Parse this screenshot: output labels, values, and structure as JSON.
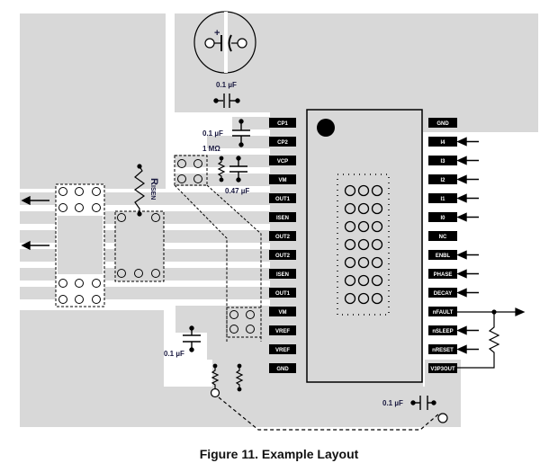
{
  "figure": {
    "caption": "Figure 11.  Example Layout"
  },
  "ic": {
    "left_pins": [
      "CP1",
      "CP2",
      "VCP",
      "VM",
      "OUT1",
      "ISEN",
      "OUT2",
      "OUT2",
      "ISEN",
      "OUT1",
      "VM",
      "VREF",
      "VREF",
      "GND"
    ],
    "right_pins": [
      "GND",
      "I4",
      "I3",
      "I2",
      "I1",
      "I0",
      "NC",
      "ENBL",
      "PHASE",
      "DECAY",
      "nFAULT",
      "nSLEEP",
      "nRESET",
      "V3P3OUT"
    ],
    "right_inputs_with_arrow": [
      "I4",
      "I3",
      "I2",
      "I1",
      "I0",
      "ENBL",
      "PHASE",
      "DECAY",
      "nSLEEP",
      "nRESET"
    ],
    "thermal_via_rows": 7,
    "thermal_via_cols": 3
  },
  "components": {
    "bulk_cap_plus": "+",
    "cap_top": "0.1 µF",
    "cap_cp": "0.1 µF",
    "res_vcp": "1 MΩ",
    "cap_vcp": "0.47 µF",
    "cap_vref": "0.1 µF",
    "cap_v3p3": "0.1 µF",
    "risen_main": "R",
    "risen_sub": "ISEN"
  },
  "colors": {
    "copper": "#d8d8d8",
    "pin_fill": "#000000",
    "pin_text": "#ffffff",
    "line": "#000000"
  }
}
